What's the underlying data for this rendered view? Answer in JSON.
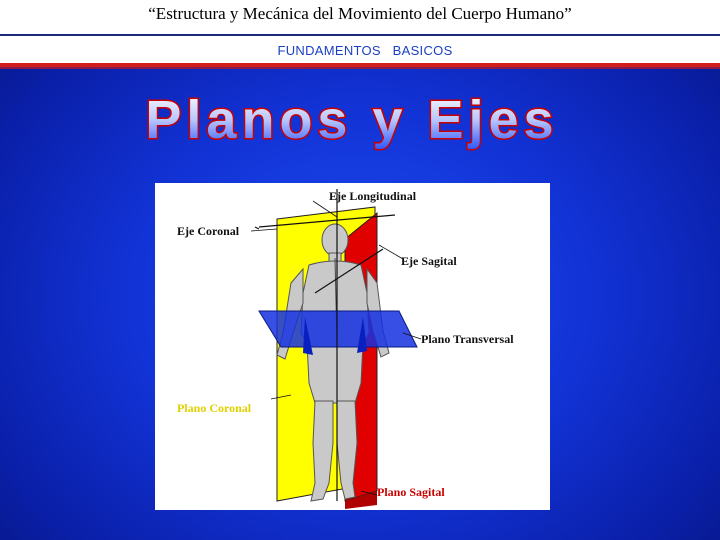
{
  "header": {
    "title": "“Estructura y Mecánica del Movimiento del Cuerpo Humano”",
    "subtitle": "FUNDAMENTOS   BASICOS"
  },
  "slide": {
    "title": "Planos y Ejes"
  },
  "figure": {
    "labels": {
      "eje_longitudinal": "Eje Longitudinal",
      "eje_coronal": "Eje Coronal",
      "eje_sagital": "Eje Sagital",
      "plano_transversal": "Plano Transversal",
      "plano_coronal": "Plano Coronal",
      "plano_sagital": "Plano Sagital"
    }
  },
  "colors": {
    "background": "#1233d6",
    "plano_coronal": "#ffff00",
    "plano_sagital": "#e00000",
    "plano_transversal": "#1530e0",
    "accent_rule": "#d21d1d"
  }
}
